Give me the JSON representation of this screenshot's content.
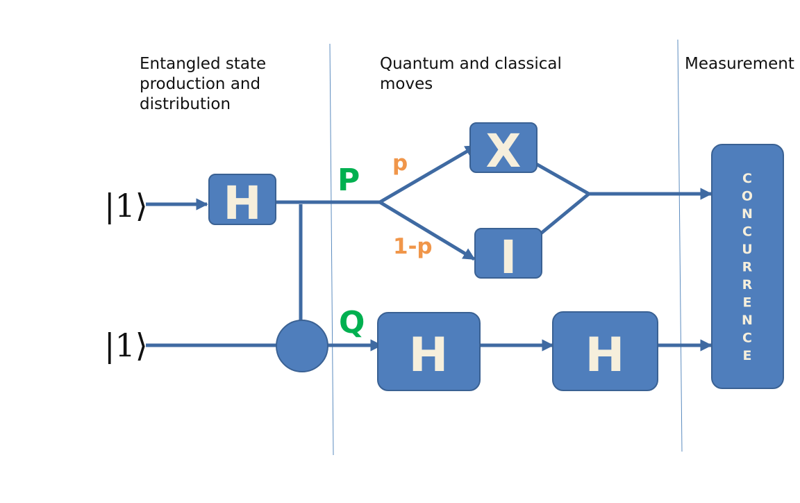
{
  "sections": {
    "entangled": "Entangled state\nproduction and\ndistribution",
    "moves": "Quantum and classical\nmoves",
    "measurement": "Measurement"
  },
  "inputs": {
    "top": "|1⟩",
    "bottom": "|1⟩"
  },
  "gates": {
    "h_top": "H",
    "x": "X",
    "i": "I",
    "h_bottom_1": "H",
    "h_bottom_2": "H"
  },
  "branches": {
    "p": "P",
    "q": "Q",
    "prob_p": "p",
    "prob_1p": "1-p"
  },
  "concurrence": "CONCURRENCE",
  "colors": {
    "gate_fill": "#4f7ebc",
    "gate_stroke": "#3a6193",
    "gate_text": "#f6efdc",
    "wire": "#3f6aa2",
    "green_label": "#00b050",
    "orange_label": "#f0964a",
    "divider": "#5b8bbf"
  }
}
